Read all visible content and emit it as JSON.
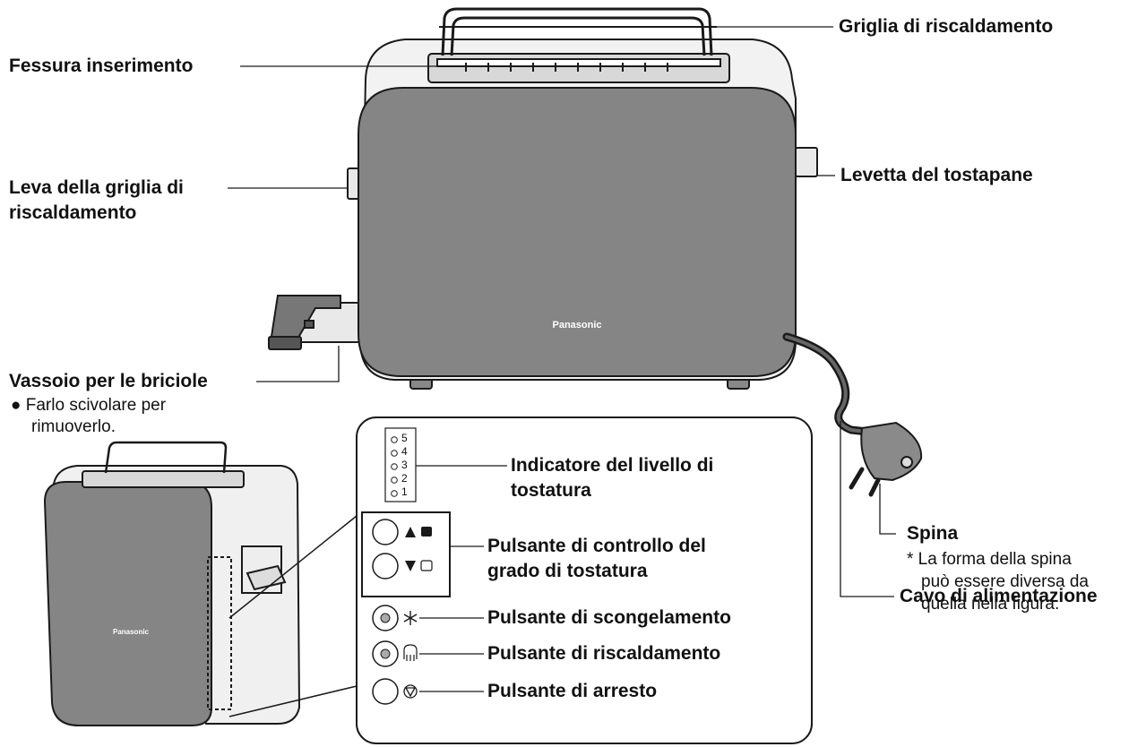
{
  "brand": "Panasonic",
  "labels": {
    "slot": "Fessura inserimento",
    "rack": "Griglia di riscaldamento",
    "rack_lever_1": "Leva della griglia di",
    "rack_lever_2": "riscaldamento",
    "toaster_lever": "Levetta del tostapane",
    "crumb_tray": "Vassoio per le briciole",
    "crumb_note_1": "● Farlo scivolare per",
    "crumb_note_2": "rimuoverlo.",
    "plug": "Spina",
    "plug_note_1": "* La forma della spina",
    "plug_note_2": "può essere diversa da",
    "plug_note_3": "quella nella figura.",
    "cord": "Cavo di alimentazione"
  },
  "panel": {
    "levels": [
      "5",
      "4",
      "3",
      "2",
      "1"
    ],
    "indicator_1": "Indicatore del livello di",
    "indicator_2": "tostatura",
    "control_1": "Pulsante di controllo del",
    "control_2": "grado di tostatura",
    "defrost": "Pulsante di scongelamento",
    "reheat": "Pulsante di riscaldamento",
    "stop": "Pulsante di arresto"
  },
  "colors": {
    "body": "#858585",
    "outline": "#1a1a1a",
    "metal": "#e9e9e9"
  }
}
